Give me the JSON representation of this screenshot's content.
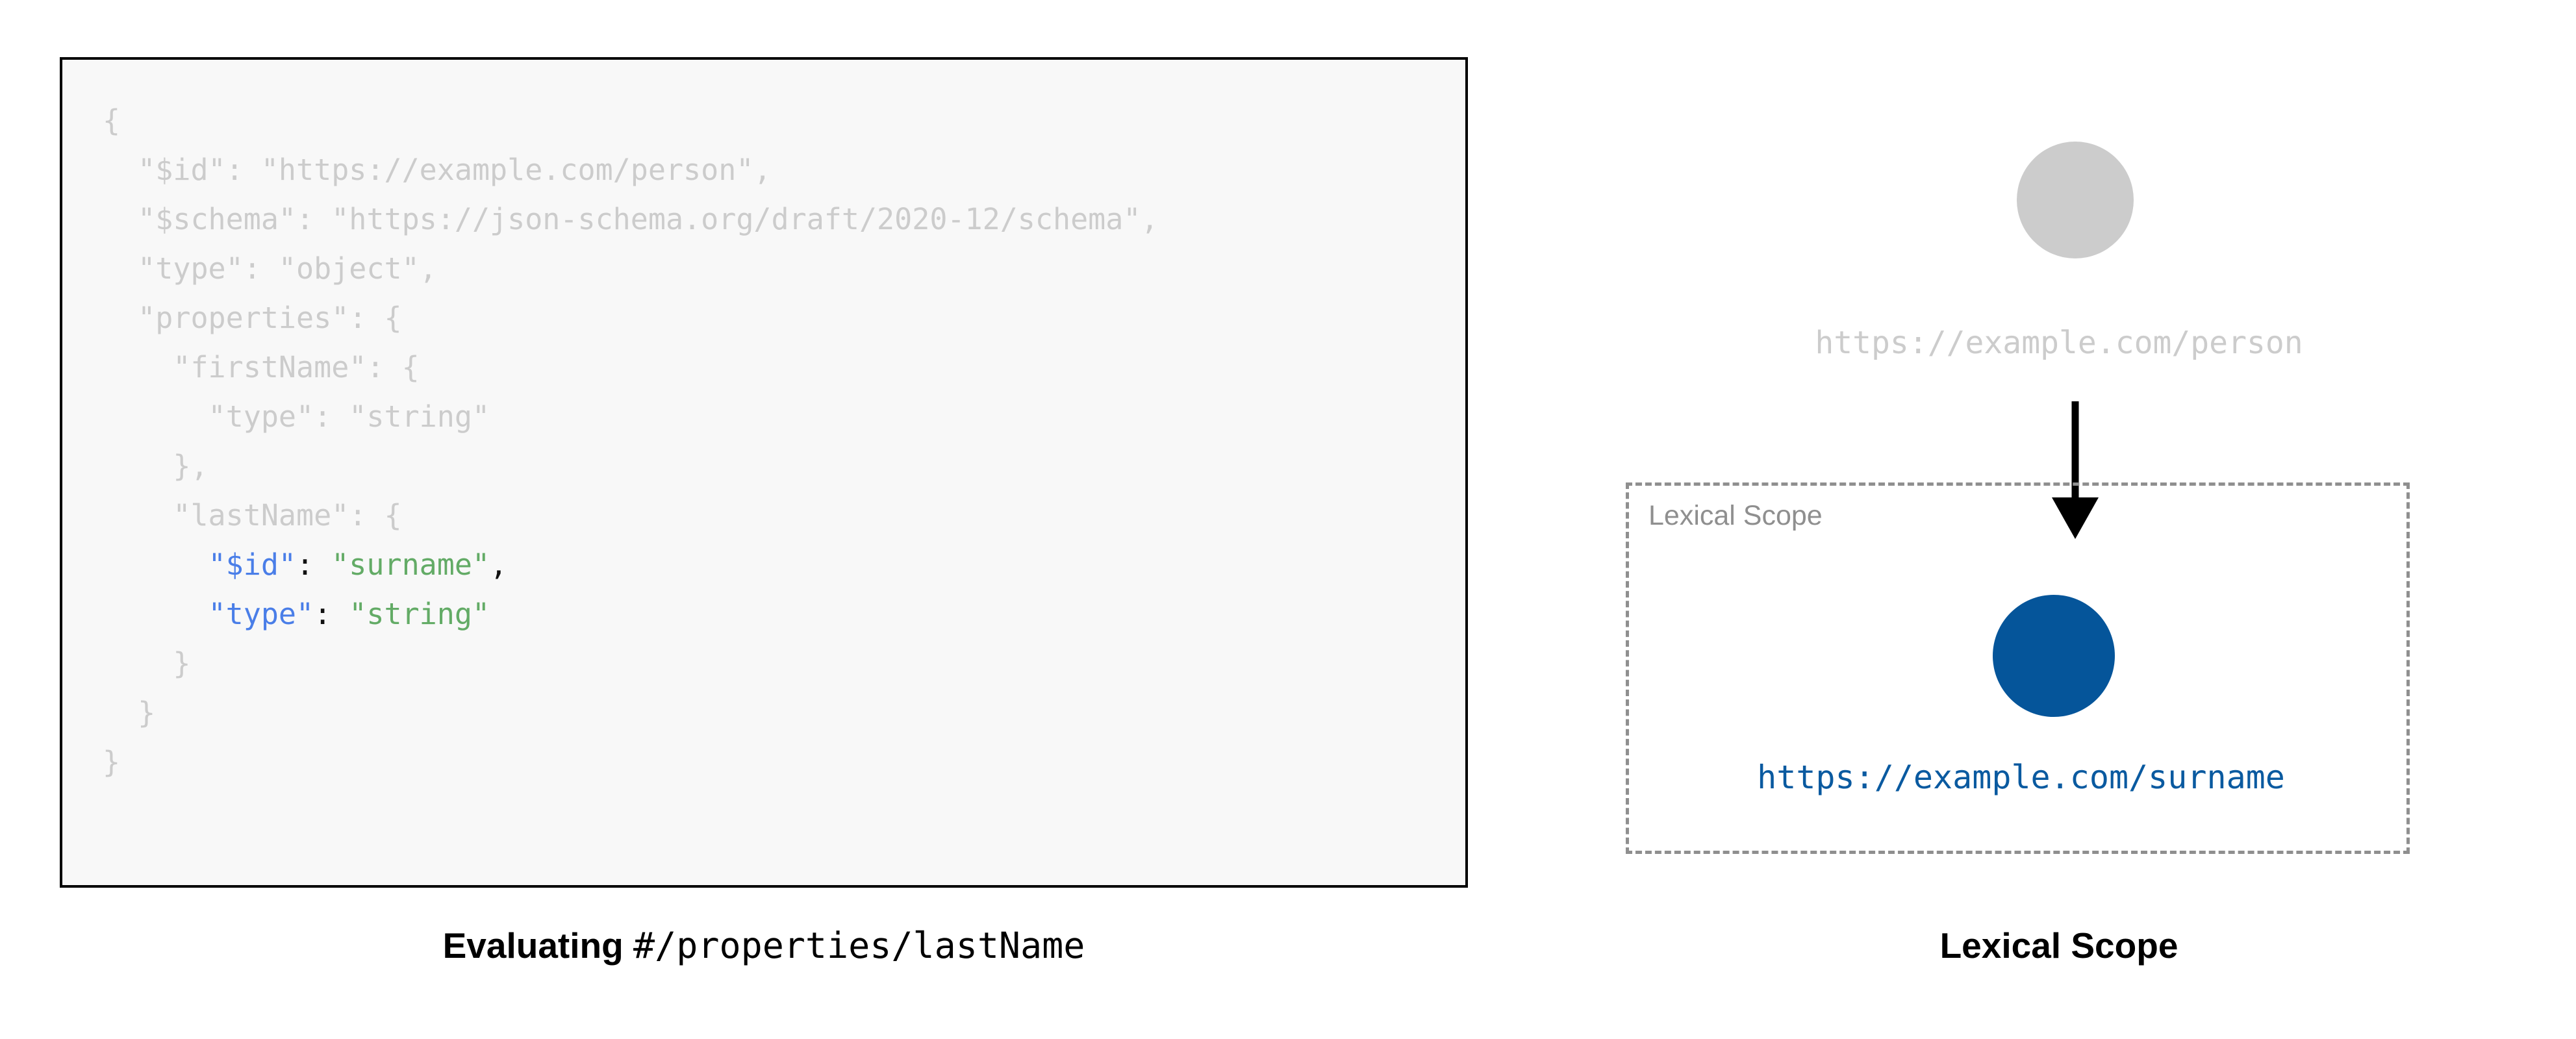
{
  "left": {
    "caption_strong": "Evaluating",
    "caption_mono": "#/properties/lastName",
    "code_lines": [
      {
        "text": "{",
        "state": "dim"
      },
      {
        "text": "  \"$id\": \"https://example.com/person\",",
        "state": "dim"
      },
      {
        "text": "  \"$schema\": \"https://json-schema.org/draft/2020-12/schema\",",
        "state": "dim"
      },
      {
        "text": "  \"type\": \"object\",",
        "state": "dim"
      },
      {
        "text": "  \"properties\": {",
        "state": "dim"
      },
      {
        "text": "    \"firstName\": {",
        "state": "dim"
      },
      {
        "text": "      \"type\": \"string\"",
        "state": "dim"
      },
      {
        "text": "    },",
        "state": "dim"
      },
      {
        "text": "    \"lastName\": {",
        "state": "dim"
      },
      {
        "text": "      \"$id\": \"surname\",",
        "state": "highlight",
        "key": "\"$id\"",
        "value": "\"surname\"",
        "indent": "      ",
        "sep": ": ",
        "trail": ","
      },
      {
        "text": "      \"type\": \"string\"",
        "state": "highlight",
        "key": "\"type\"",
        "value": "\"string\"",
        "indent": "      ",
        "sep": ": ",
        "trail": ""
      },
      {
        "text": "    }",
        "state": "dim"
      },
      {
        "text": "  }",
        "state": "dim"
      },
      {
        "text": "}",
        "state": "dim"
      }
    ]
  },
  "right": {
    "caption": "Lexical Scope",
    "outer_node_label": "https://example.com/person",
    "scope_box_label": "Lexical Scope",
    "inner_node_label": "https://example.com/surname",
    "arrow_title": "resolves-into-scope"
  },
  "colors": {
    "dim_text": "#cccccc",
    "json_key": "#4a7ee8",
    "json_value": "#63ab66",
    "punctuation": "#111111",
    "outer_node_fill": "#cccccc",
    "inner_node_fill": "#05559a",
    "inner_node_text": "#0a5aa0",
    "scope_border": "#8f8f8f",
    "code_border": "#000000",
    "code_background": "#f8f8f8",
    "arrow": "#000000"
  }
}
